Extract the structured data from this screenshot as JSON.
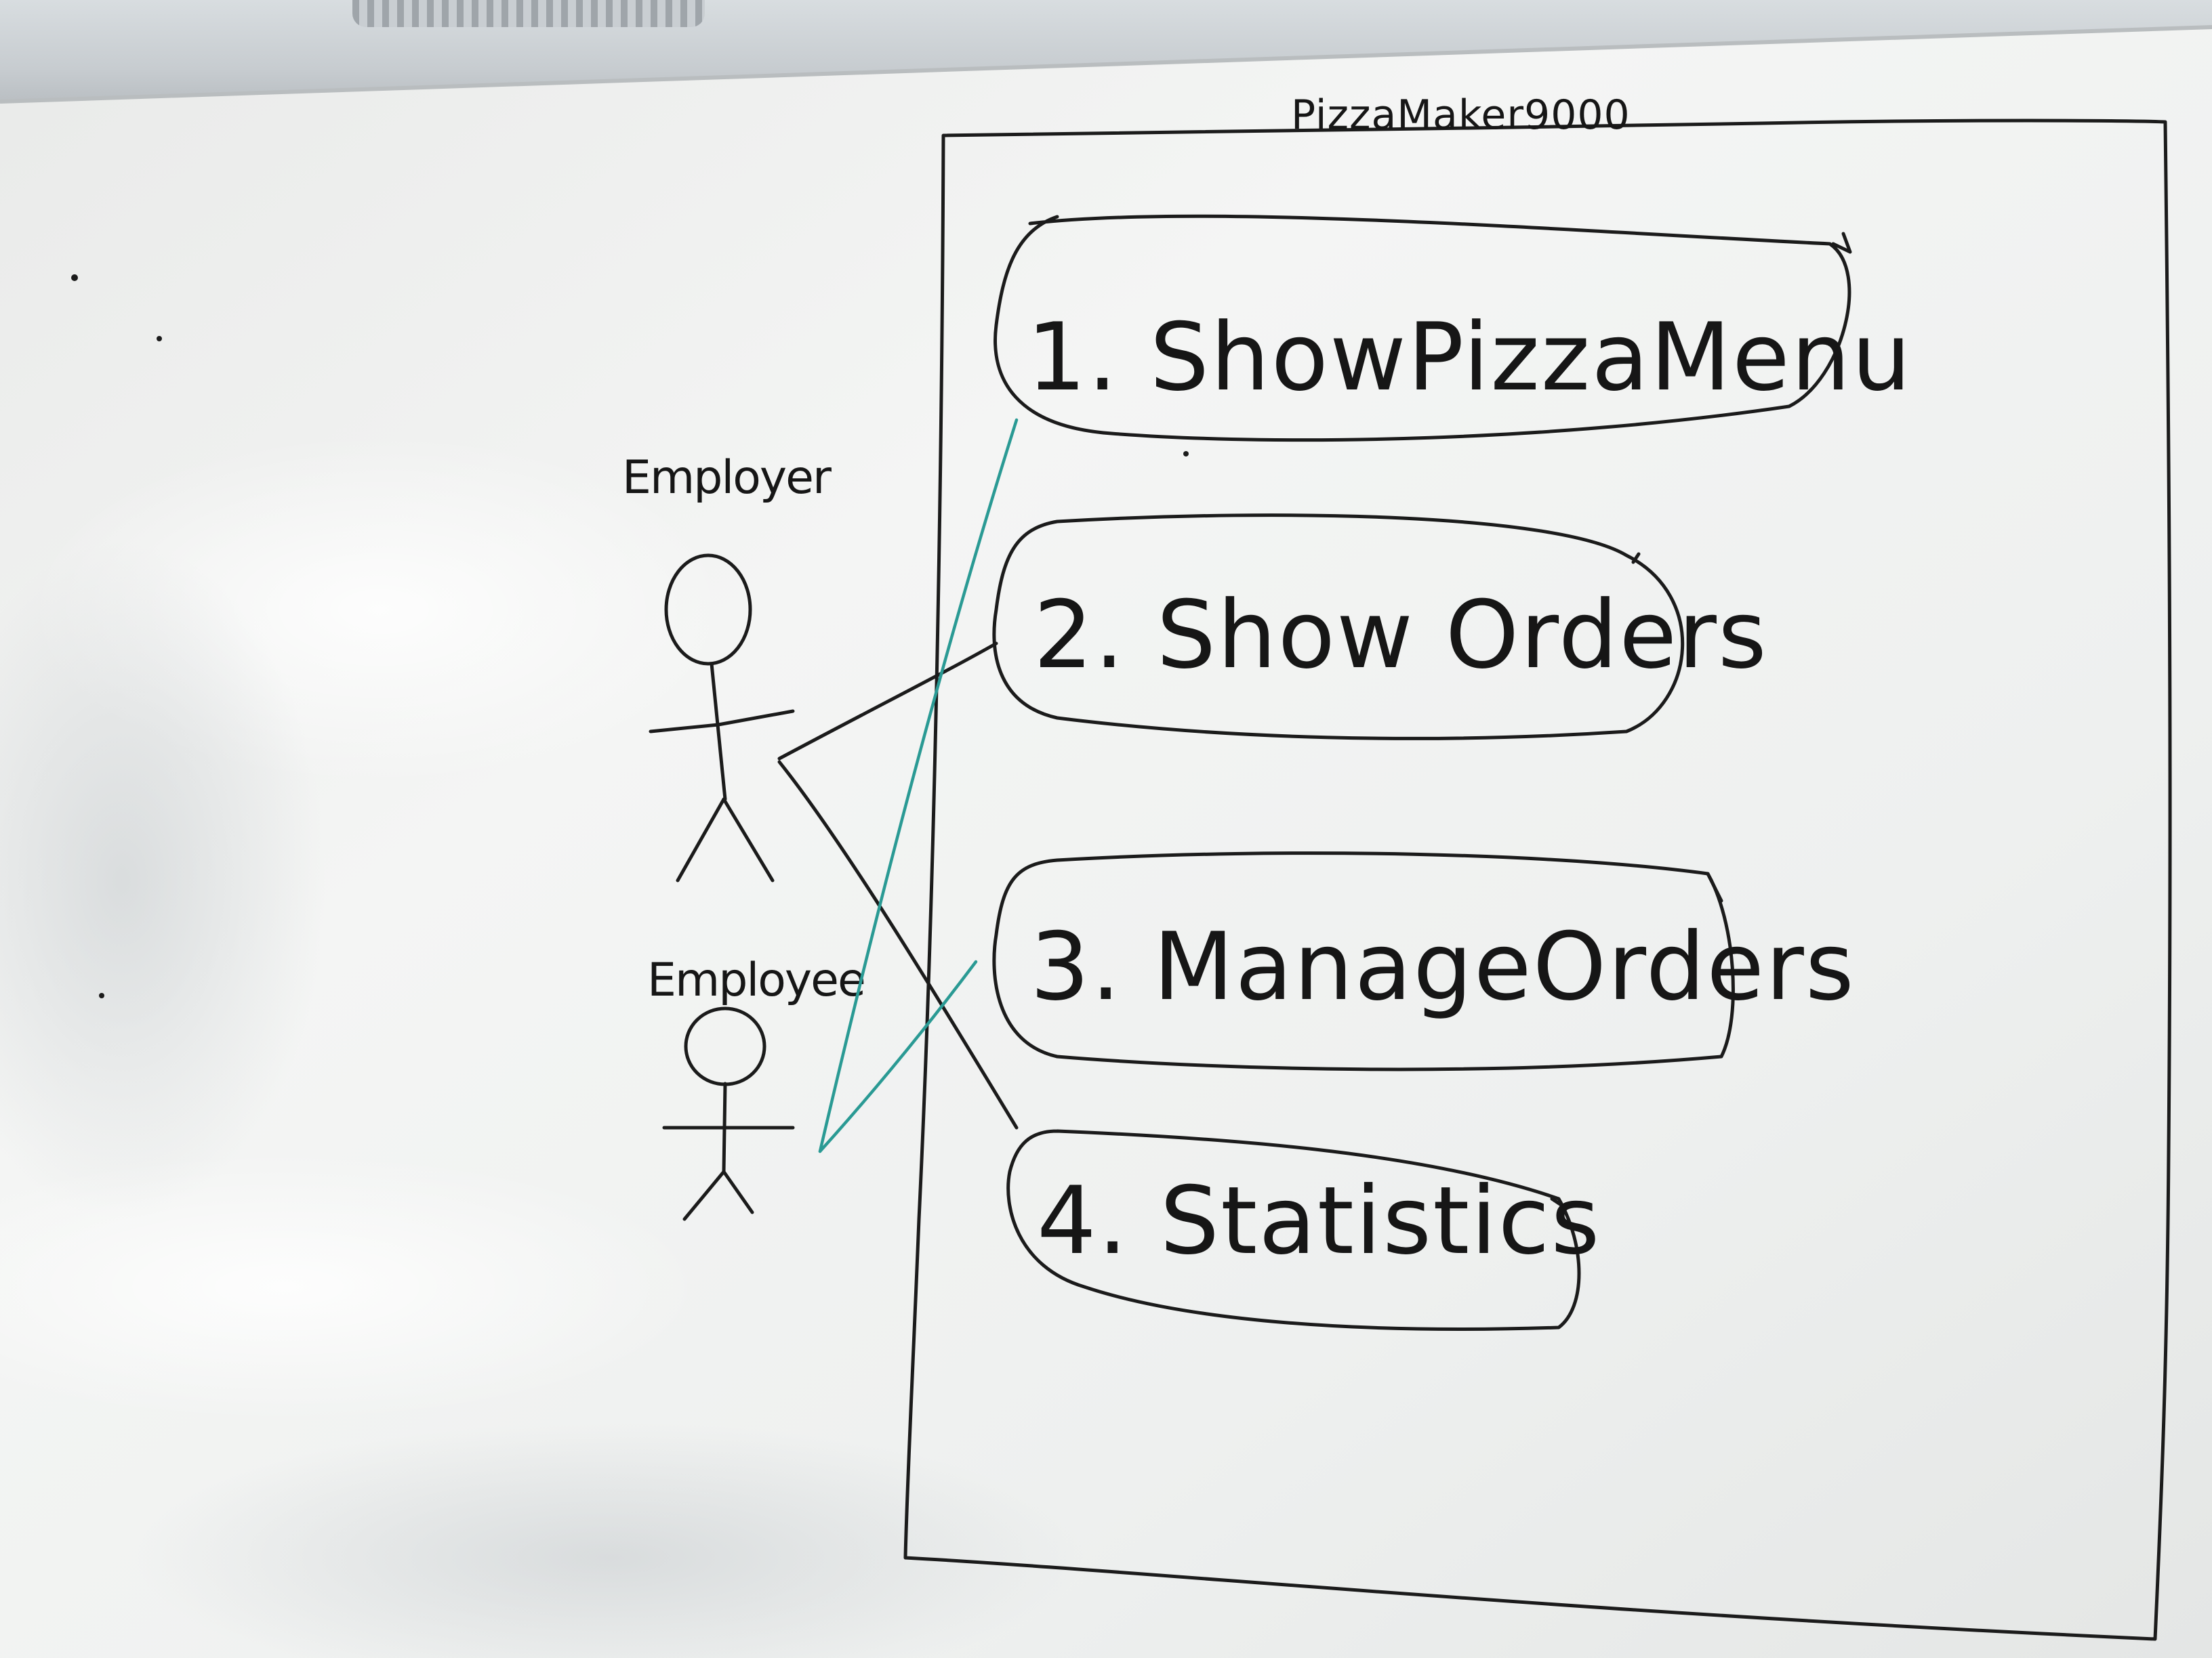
{
  "system": {
    "name": "PizzaMaker9000"
  },
  "actors": [
    {
      "name": "Employer"
    },
    {
      "name": "Employee"
    }
  ],
  "use_cases": [
    {
      "label": "1. ShowPizzaMenu"
    },
    {
      "label": "2. Show Orders"
    },
    {
      "label": "3. ManageOrders"
    },
    {
      "label": "4. Statistics"
    }
  ],
  "colors": {
    "marker_black": "#1b1b1b",
    "marker_teal": "#2a9a94",
    "whiteboard": "#f1f2f1"
  }
}
